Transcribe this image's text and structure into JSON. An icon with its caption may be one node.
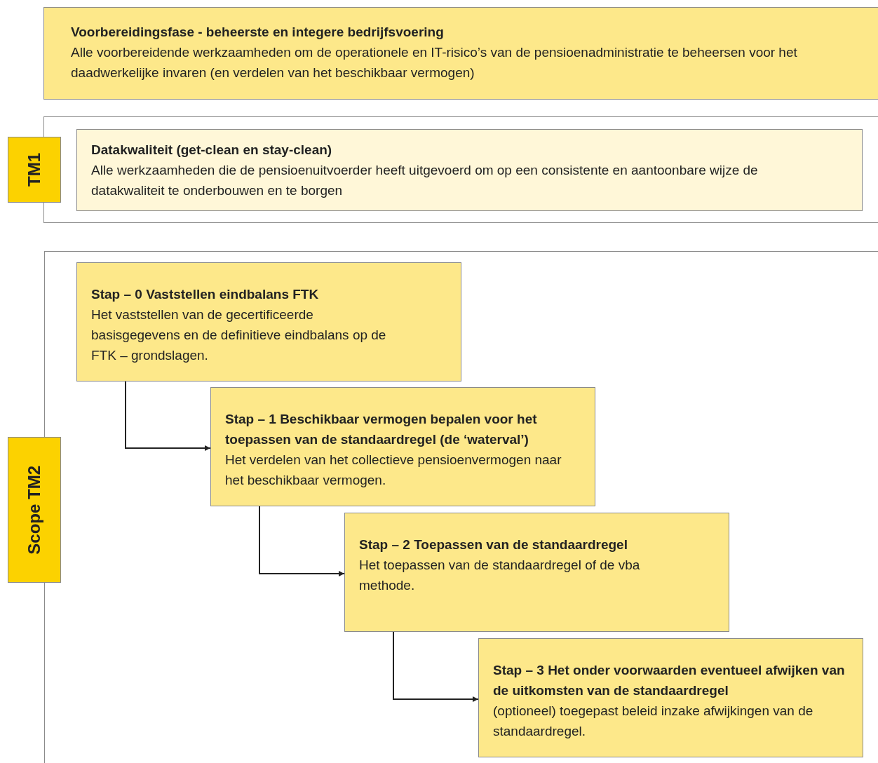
{
  "diagram": {
    "nodes": [
      {
        "text": [
          "Voorbereidingsfase - beheerste en integere bedrijfsvoering",
          "Alle voorbereidende werkzaamheden om de operationele en IT-risico’s van de pensioenadministratie te beheersen voor het daadwerkelijke invaren (en verdelen van het beschikbaar vermogen)"
        ]
      },
      {
        "text": [
          "TM1"
        ]
      },
      {
        "text": [
          "Datakwaliteit (get-clean en stay-clean)",
          "Alle werkzaamheden die de pensioenuitvoerder heeft uitgevoerd om op een consistente en aantoonbare wijze de datakwaliteit te onderbouwen en te borgen"
        ],
        "in": 1
      },
      {
        "text": [
          "Scope TM2"
        ]
      },
      {
        "text": [
          "Stap – 0 Vaststellen eindbalans FTK",
          "Het vaststellen van de gecertificeerde basisgegevens en de definitieve eindbalans op de FTK – grondslagen."
        ],
        "in": 3
      },
      {
        "text": [
          "Stap – 1 Beschikbaar vermogen bepalen voor het toepassen van de standaardregel (de ‘waterval’)",
          "Het verdelen van het collectieve pensioenvermogen naar het beschikbaar vermogen."
        ],
        "in": 3
      },
      {
        "text": [
          "Stap – 2 Toepassen van de standaardregel",
          "Het toepassen van de standaardregel of de vba methode."
        ],
        "in": 3
      },
      {
        "text": [
          "Stap – 3 Het onder voorwaarden eventueel afwijken van de uitkomsten van de standaardregel",
          "(optioneel) toegepast beleid inzake afwijkingen van de standaardregel."
        ],
        "in": 3
      }
    ],
    "edges": [
      {
        "from": 4,
        "to": 5,
        "arrow": "to"
      },
      {
        "from": 5,
        "to": 6,
        "arrow": "to"
      },
      {
        "from": 6,
        "to": 7,
        "arrow": "to"
      }
    ]
  }
}
